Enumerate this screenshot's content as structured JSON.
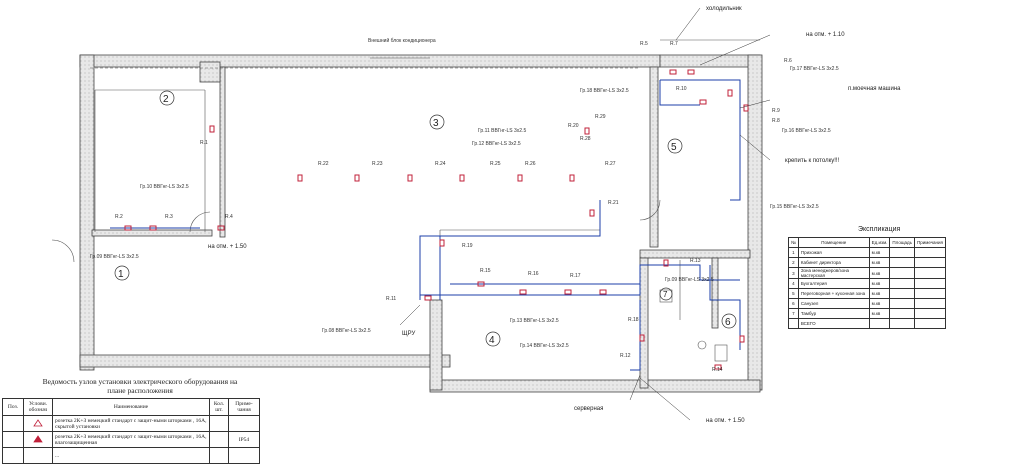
{
  "room_numbers": [
    "1",
    "2",
    "3",
    "4",
    "5",
    "6",
    "7"
  ],
  "callouts": {
    "fridge": "холодильник",
    "elev_110": "на отм. + 1.10",
    "elev_150_top": "на отм. + 1.50",
    "elev_150_bottom": "на отм. + 1.50",
    "washer": "п.моечная машина",
    "ceiling": "крепить к потолку!!!",
    "outdoor_unit": "Внешний блок кондиционера",
    "server": "серверная",
    "shru": "ЩРУ"
  },
  "groups": [
    "Гр.17 ВВГнг-LS 3х2.5",
    "Гр.18 ВВГнг-LS 3х2.5",
    "Гр.16 ВВГнг-LS 3х2.5",
    "Гр.15 ВВГнг-LS 3х2.5",
    "Гр.11 ВВГнг-LS 3х2.5",
    "Гр.12 ВВГнг-LS 3х2.5",
    "Гр.10 ВВГнг-LS 3х2.5",
    "Гр.09 ВВГнг-LS 3х2.5",
    "Гр.08 ВВГнг-LS 3х2.5",
    "Гр.13 ВВГнг-LS 3х2.5",
    "Гр.14 ВВГнг-LS 3х2.5",
    "Гр.09 ВВГнг-LS 3х2.5"
  ],
  "outlets": [
    "R.1",
    "R.2",
    "R.3",
    "R.4",
    "R.5",
    "R.6",
    "R.7",
    "R.8",
    "R.9",
    "R.10",
    "R.11",
    "R.12",
    "R.13",
    "R.14",
    "R.15",
    "R.16",
    "R.17",
    "R.18",
    "R.19",
    "R.20",
    "R.21",
    "R.22",
    "R.23",
    "R.24",
    "R.25",
    "R.26",
    "R.27",
    "R.28",
    "R.29"
  ],
  "explication": {
    "title": "Экспликация",
    "headers": [
      "№",
      "Помещение",
      "Ед.изм.",
      "Площадь",
      "Примечания"
    ],
    "rows": [
      {
        "no": "1",
        "name": "Прихожая",
        "unit": "м.кв"
      },
      {
        "no": "2",
        "name": "Кабинет директора",
        "unit": "м.кв"
      },
      {
        "no": "3",
        "name": "Зона менеджеров/зона мастерская",
        "unit": "м.кв"
      },
      {
        "no": "4",
        "name": "Бухгалтерия",
        "unit": "м.кв"
      },
      {
        "no": "5",
        "name": "Переговорная + кухонная зона",
        "unit": "м.кв"
      },
      {
        "no": "6",
        "name": "Санузел",
        "unit": "м.кв"
      },
      {
        "no": "7",
        "name": "Тамбур",
        "unit": "м.кв"
      },
      {
        "no": "",
        "name": "ВСЕГО",
        "unit": ""
      }
    ]
  },
  "vedomost": {
    "title": "Ведомость узлов установки электрического оборудования на плане расположения",
    "headers": [
      "Поз.",
      "Услови. обознач",
      "Наименование",
      "Кол. шт.",
      "Приме-чания"
    ],
    "rows": [
      {
        "pos": "",
        "name": "розетка 2К+З  немецкий стандарт с защит-ными шторками , 16А, скрытой установки",
        "qty": "",
        "note": ""
      },
      {
        "pos": "",
        "name": "розетка 2К+З  немецкий стандарт с защит-ными шторками , 16А, влагозащищенная",
        "qty": "",
        "note": "IP54"
      },
      {
        "pos": "",
        "name": "...",
        "qty": "",
        "note": ""
      }
    ]
  },
  "colors": {
    "wall": "#e3e3e3",
    "wire": "#1c3fa8",
    "outlet": "#c0203a",
    "line": "#333333"
  }
}
